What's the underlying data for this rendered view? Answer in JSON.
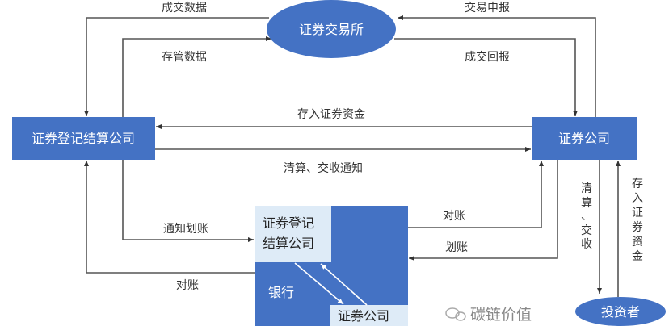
{
  "nodes": {
    "exchange": "证券交易所",
    "clearing": "证券登记结算公司",
    "broker": "证券公司",
    "bank": "银行",
    "bank_clearing_line1": "证券登记",
    "bank_clearing_line2": "结算公司",
    "bank_broker": "证券公司",
    "investor": "投资者"
  },
  "edges": {
    "trade_data": "成交数据",
    "custody_data": "存管数据",
    "trade_report": "交易申报",
    "trade_return": "成交回报",
    "deposit_funds": "存入证券资金",
    "settlement_notice": "清算、交收通知",
    "transfer_notice": "通知划账",
    "reconcile_left": "对账",
    "reconcile_right": "对账",
    "transfer": "划账",
    "settle_v": [
      "清",
      "算",
      "、",
      "交",
      "收"
    ],
    "deposit_v": [
      "存",
      "入",
      "证",
      "券",
      "资",
      "金"
    ]
  },
  "watermark": "碳链价值",
  "colors": {
    "blue": "#4472C4",
    "light": "#DEEBF7",
    "line": "#555555"
  }
}
